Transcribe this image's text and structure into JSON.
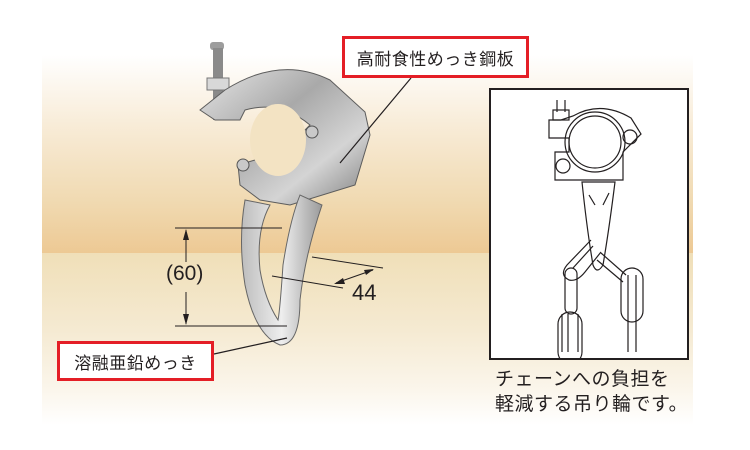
{
  "callouts": {
    "top": "高耐食性めっき鋼板",
    "bottom": "溶融亜鉛めっき"
  },
  "dimensions": {
    "height": "(60)",
    "width": "44"
  },
  "caption": {
    "line1": "チェーンへの負担を",
    "line2": "軽減する吊り輪です。"
  },
  "colors": {
    "callout_border": "#e41e26",
    "background_peak": "#edc994",
    "line": "#231f20"
  }
}
